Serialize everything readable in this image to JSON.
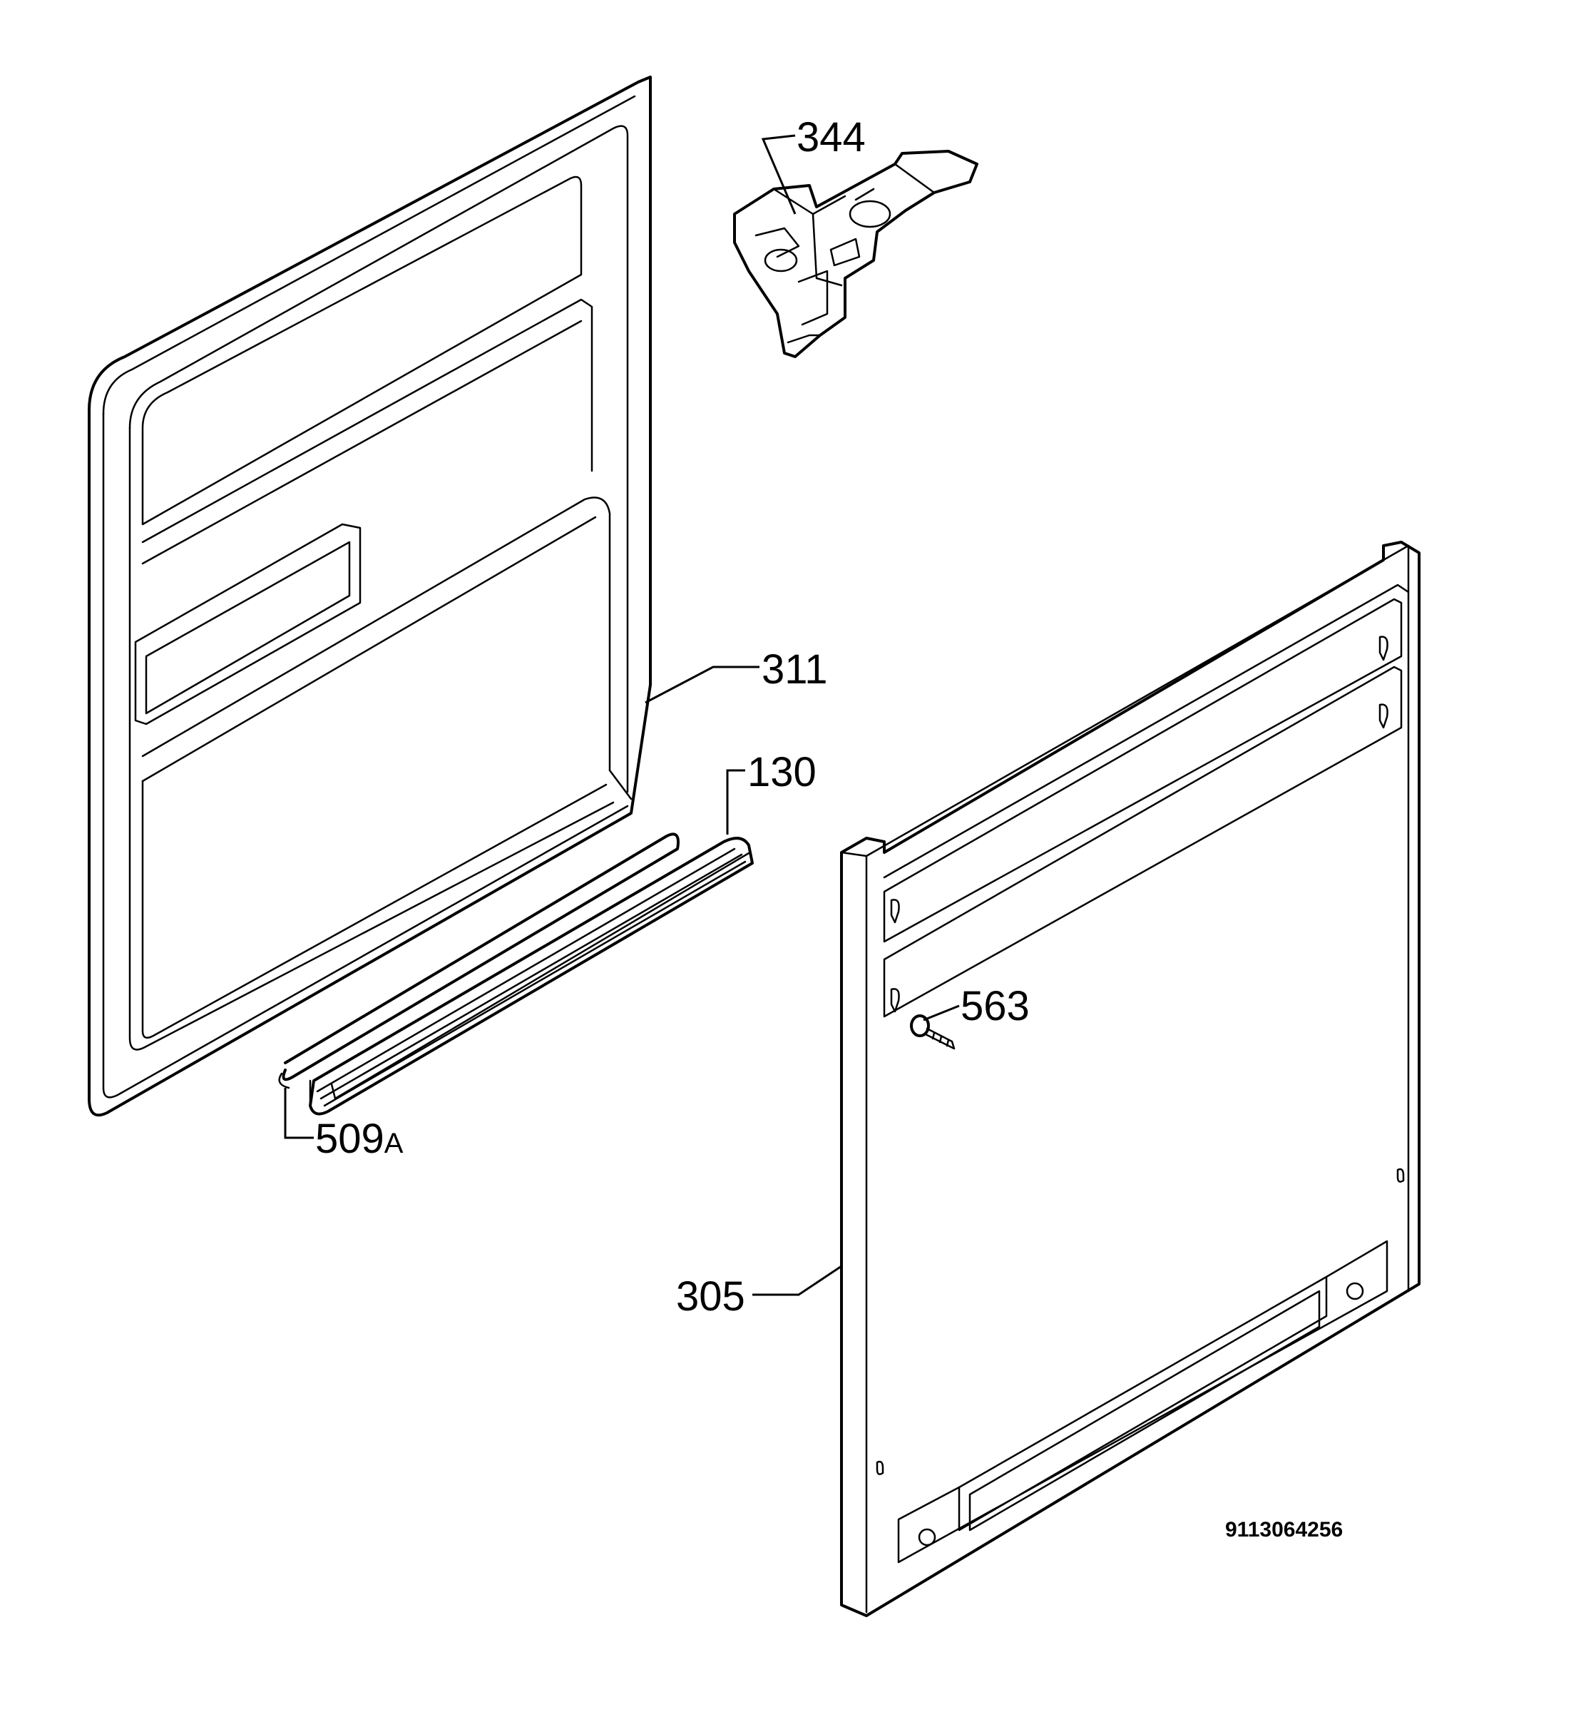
{
  "callouts": [
    {
      "id": "344",
      "label": "344",
      "part": "door-lock"
    },
    {
      "id": "311",
      "label": "311",
      "part": "inner-door-panel"
    },
    {
      "id": "130",
      "label": "130",
      "part": "door-seal-strip"
    },
    {
      "id": "563",
      "label": "563",
      "part": "screw"
    },
    {
      "id": "509A",
      "label": "509",
      "suffix": "A",
      "part": "seal-retainer-wire"
    },
    {
      "id": "305",
      "label": "305",
      "part": "outer-door-panel"
    }
  ],
  "drawing_number": "9113064256"
}
